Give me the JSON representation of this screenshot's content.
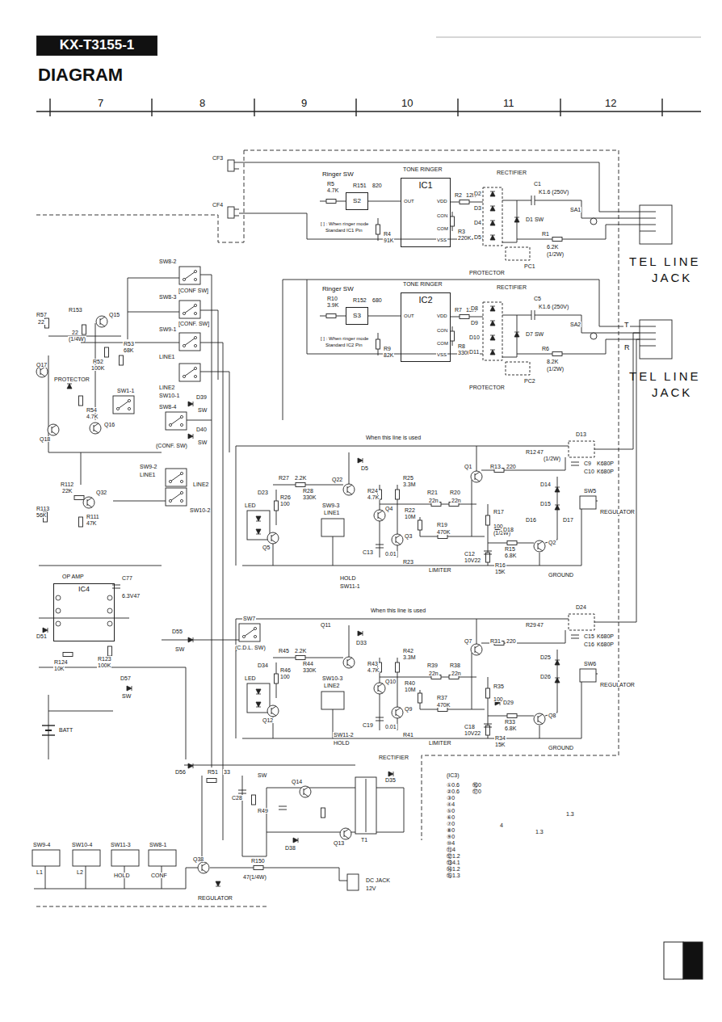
{
  "diagram": {
    "title": "KX-T3155-1",
    "nodes": [
      {
        "text": [
          "KX-T3155-1"
        ]
      },
      {
        "text": [
          "IC1"
        ]
      },
      {
        "text": [
          "IC2"
        ]
      },
      {
        "text": [
          "IC4"
        ]
      },
      {
        "text": [
          "S2"
        ]
      },
      {
        "text": [
          "S3"
        ]
      }
    ],
    "edges": [
      {
        "from": 4,
        "to": 1,
        "arrow": "none"
      },
      {
        "from": 5,
        "to": 2,
        "arrow": "none"
      }
    ],
    "labels": [
      "DIAGRAM",
      "7",
      "8",
      "9",
      "10",
      "11",
      "12",
      "CF3",
      "CF4",
      "Ringer SW",
      "R5",
      "4.7K",
      "[ ] : When ringer mode",
      "Standard IC1 Pin",
      "R151",
      "820",
      "R4",
      "91K",
      "TONE RINGER",
      "OUT",
      "VDD",
      "CON",
      "COM",
      "VSS",
      "R2",
      "12K",
      "R3",
      "220K",
      "RECTIFIER",
      "C1",
      "K1.6 (250V)",
      "D2",
      "D3",
      "D4",
      "D5",
      "D1 SW",
      "SA1",
      "R1",
      "6.2K",
      "(1/2W)",
      "PC1",
      "PROTECTOR",
      "TEL LINE",
      "JACK",
      "SW8-2",
      "[CONF SW]",
      "SW8-3",
      "[CONF. SW]",
      "SW9-1",
      "LINE1",
      "LINE2",
      "SW10-1",
      "Ringer SW",
      "R10",
      "3.9K",
      "[ ] : When ringer mode",
      "Standard IC2 Pin",
      "R152",
      "680",
      "R9",
      "82K",
      "TONE RINGER",
      "OUT",
      "VDD",
      "CON",
      "COM",
      "VSS",
      "R7",
      "12K",
      "R8",
      "330K",
      "RECTIFIER",
      "C5",
      "K1.6 (250V)",
      "D8",
      "D9",
      "D10",
      "D11",
      "D7 SW",
      "SA2",
      "R6",
      "8.2K",
      "(1/2W)",
      "PC2",
      "PROTECTOR",
      "T",
      "R",
      "TEL LINE",
      "JACK",
      "R57",
      "22",
      "R153",
      "22",
      "(1/4W)",
      "Q15",
      "R52",
      "100K",
      "R53",
      "68K",
      "Q17",
      "PROTECTOR",
      "R54",
      "4.7K",
      "SW1-1",
      "Q16",
      "Q18",
      "D39",
      "SW",
      "SW8-4",
      "(CONF. SW)",
      "D40",
      "SW",
      "SW9-2",
      "LINE1",
      "LINE2",
      "SW10-2",
      "R112",
      "22K",
      "Q32",
      "R111",
      "47K",
      "R113",
      "56K",
      "OP AMP",
      "C77",
      "6.3V47",
      "D51",
      "R124",
      "10K",
      "R123",
      "100K",
      "D55",
      "SW",
      "SW7",
      "(C.D.L. SW)",
      "D57",
      "SW",
      "BATT",
      "D56",
      "R51",
      "33",
      "RECTIFIER",
      "T1",
      "D35",
      "Q14",
      "Q13",
      "C28",
      "SW",
      "D38",
      "R49",
      "SW9-4",
      "SW10-4",
      "SW11-3",
      "SW8-1",
      "L1",
      "L2",
      "HOLD",
      "CONF",
      "Q38",
      "R150",
      "47(1/4W)",
      "REGULATOR",
      "DC JACK",
      "12V",
      "When this line is used",
      "D13",
      "Q1",
      "R13",
      "220",
      "R12",
      "47",
      "(1/2W)",
      "C9",
      "K680P",
      "C10",
      "K680P",
      "SW5",
      "D14",
      "D15",
      "D16",
      "D17",
      "REGULATOR",
      "R21",
      "22n",
      "R20",
      "22n",
      "R22",
      "10M",
      "R19",
      "470K",
      "R17",
      "100",
      "(1/2W)",
      "D18",
      "R15",
      "6.8K",
      "Q2",
      "C12",
      "10V22",
      "LIMITER",
      "R16",
      "15K",
      "GROUND",
      "D5",
      "Q22",
      "R24",
      "4.7K",
      "R25",
      "3.3M",
      "Q4",
      "Q3",
      "C13",
      "0.01",
      "R23",
      "D23",
      "LED",
      "R27",
      "2.2K",
      "R26",
      "100",
      "R28",
      "330K",
      "SW9-3",
      "LINE1",
      "Q5",
      "HOLD",
      "SW11-1",
      "When this line is used",
      "D24",
      "Q7",
      "R31",
      "220",
      "R29",
      "47",
      "C15",
      "K680P",
      "C16",
      "K680P",
      "SW6",
      "D25",
      "D26",
      "REGULATOR",
      "R39",
      "22n",
      "R38",
      "22n",
      "R40",
      "10M",
      "R37",
      "470K",
      "R35",
      "100",
      "D29",
      "R33",
      "6.8K",
      "Q8",
      "C18",
      "10V22",
      "LIMITER",
      "R34",
      "15K",
      "GROUND",
      "Q11",
      "D33",
      "R43",
      "4.7K",
      "R42",
      "3.3M",
      "Q10",
      "Q9",
      "C19",
      "0.01",
      "R41",
      "D34",
      "LED",
      "R45",
      "2.2K",
      "R46",
      "100",
      "R44",
      "330K",
      "SW10-3",
      "LINE2",
      "Q12",
      "SW11-2",
      "HOLD",
      "(IC3)",
      "①0.6",
      "②0.6",
      "③0",
      "④4",
      "⑤0",
      "⑥0",
      "⑦0",
      "⑧0",
      "⑨0",
      "⑩4",
      "⑪4",
      "⑫1.2",
      "⑬4.1",
      "⑭1.2",
      "⑮1.3",
      "⑯0",
      "⑰0",
      "4",
      "1.3",
      "1.3"
    ]
  }
}
